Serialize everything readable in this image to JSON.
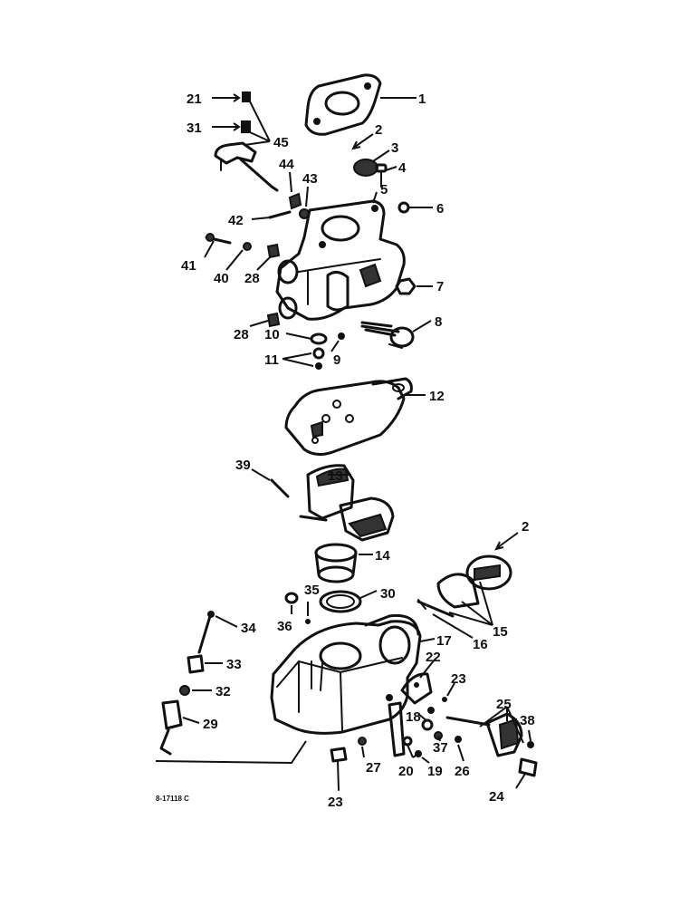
{
  "diagram": {
    "plate_code": "8-17118 C",
    "callouts": [
      {
        "id": "c1",
        "label": "1"
      },
      {
        "id": "c2",
        "label": "2"
      },
      {
        "id": "c3",
        "label": "3"
      },
      {
        "id": "c4",
        "label": "4"
      },
      {
        "id": "c5",
        "label": "5"
      },
      {
        "id": "c6",
        "label": "6"
      },
      {
        "id": "c7",
        "label": "7"
      },
      {
        "id": "c8",
        "label": "8"
      },
      {
        "id": "c9",
        "label": "9"
      },
      {
        "id": "c10",
        "label": "10"
      },
      {
        "id": "c11",
        "label": "11"
      },
      {
        "id": "c12",
        "label": "12"
      },
      {
        "id": "c13",
        "label": "13"
      },
      {
        "id": "c14",
        "label": "14"
      },
      {
        "id": "c2b",
        "label": "2"
      },
      {
        "id": "c15",
        "label": "15"
      },
      {
        "id": "c16",
        "label": "16"
      },
      {
        "id": "c17",
        "label": "17"
      },
      {
        "id": "c18",
        "label": "18"
      },
      {
        "id": "c19",
        "label": "19"
      },
      {
        "id": "c20",
        "label": "20"
      },
      {
        "id": "c21",
        "label": "21"
      },
      {
        "id": "c22",
        "label": "22"
      },
      {
        "id": "c23a",
        "label": "23"
      },
      {
        "id": "c23b",
        "label": "23"
      },
      {
        "id": "c24",
        "label": "24"
      },
      {
        "id": "c25",
        "label": "25"
      },
      {
        "id": "c26",
        "label": "26"
      },
      {
        "id": "c27",
        "label": "27"
      },
      {
        "id": "c28a",
        "label": "28"
      },
      {
        "id": "c28b",
        "label": "28"
      },
      {
        "id": "c29",
        "label": "29"
      },
      {
        "id": "c30",
        "label": "30"
      },
      {
        "id": "c31",
        "label": "31"
      },
      {
        "id": "c32",
        "label": "32"
      },
      {
        "id": "c33",
        "label": "33"
      },
      {
        "id": "c34",
        "label": "34"
      },
      {
        "id": "c35",
        "label": "35"
      },
      {
        "id": "c36",
        "label": "36"
      },
      {
        "id": "c37",
        "label": "37"
      },
      {
        "id": "c38",
        "label": "38"
      },
      {
        "id": "c39",
        "label": "39"
      },
      {
        "id": "c40",
        "label": "40"
      },
      {
        "id": "c41",
        "label": "41"
      },
      {
        "id": "c42",
        "label": "42"
      },
      {
        "id": "c43",
        "label": "43"
      },
      {
        "id": "c44",
        "label": "44"
      },
      {
        "id": "c45",
        "label": "45"
      }
    ]
  }
}
